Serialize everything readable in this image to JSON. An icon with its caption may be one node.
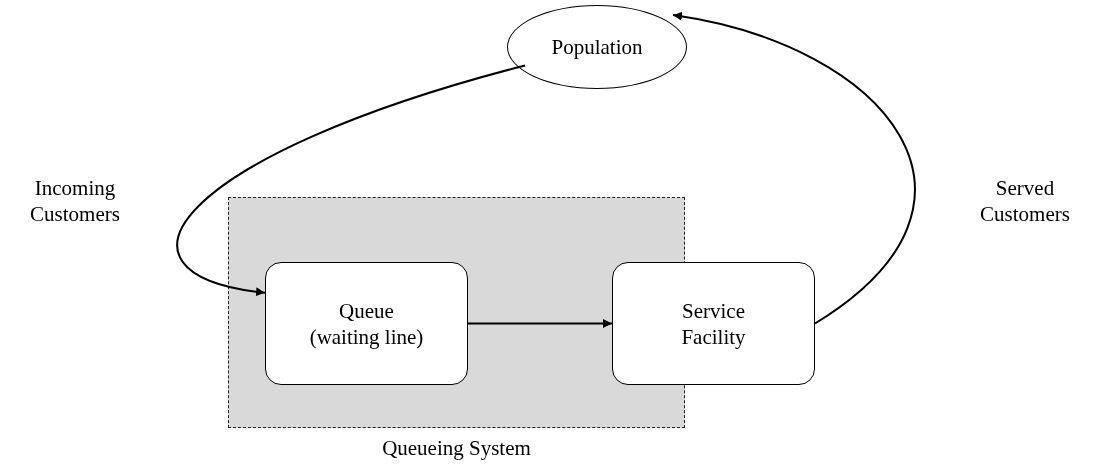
{
  "diagram": {
    "nodes": [
      {
        "text": [
          "Population"
        ]
      },
      {
        "text": [
          "Queueing System"
        ]
      },
      {
        "text": [
          "Queue (waiting line)"
        ],
        "in": 1
      },
      {
        "text": [
          "Service Facility"
        ]
      }
    ],
    "edges": [
      {
        "from": 0,
        "to": 2,
        "arrow": "to",
        "label": "Incoming Customers"
      },
      {
        "from": 2,
        "to": 3,
        "arrow": "to"
      },
      {
        "from": 3,
        "to": 0,
        "arrow": "to",
        "label": "Served Customers"
      }
    ]
  }
}
